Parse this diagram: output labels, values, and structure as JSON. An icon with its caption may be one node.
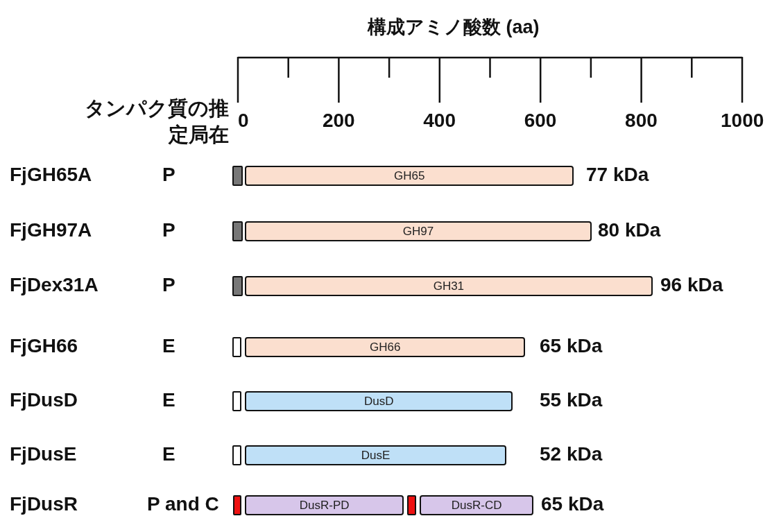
{
  "diagram": {
    "title": "構成アミノ酸数 (aa)",
    "nodes": [
      {
        "text": [],
        "shape": "box"
      },
      {
        "text": [
          "GH65"
        ]
      },
      {
        "text": [],
        "shape": "box"
      },
      {
        "text": [
          "GH97"
        ]
      },
      {
        "text": [],
        "shape": "box"
      },
      {
        "text": [
          "GH31"
        ]
      },
      {
        "text": [],
        "shape": "box"
      },
      {
        "text": [
          "GH66"
        ]
      },
      {
        "text": [],
        "shape": "box"
      },
      {
        "text": [
          "DusD"
        ]
      },
      {
        "text": [],
        "shape": "box"
      },
      {
        "text": [
          "DusE"
        ]
      },
      {
        "text": [],
        "shape": "box"
      },
      {
        "text": [
          "DusR-PD"
        ]
      },
      {
        "text": [],
        "shape": "box"
      },
      {
        "text": [
          "DusR-CD"
        ]
      }
    ],
    "labels": [
      "タンパク質の推定局在",
      "0",
      "200",
      "400",
      "600",
      "800",
      "1000",
      "FjGH65A",
      "P",
      "77 kDa",
      "FjGH97A",
      "P",
      "80 kDa",
      "FjDex31A",
      "P",
      "96 kDa",
      "FjGH66",
      "E",
      "65 kDa",
      "FjDusD",
      "E",
      "55 kDa",
      "FjDusE",
      "E",
      "52 kDa",
      "FjDusR",
      "P and C",
      "65 kDa"
    ]
  }
}
